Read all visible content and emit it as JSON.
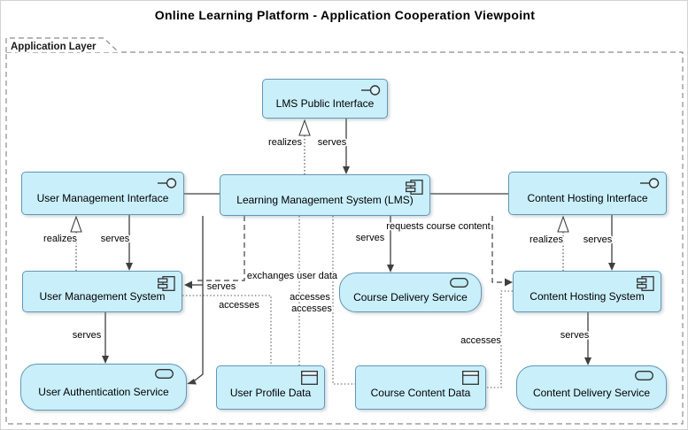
{
  "title": "Online Learning Platform - Application Cooperation Viewpoint",
  "group": {
    "label": "Application Layer"
  },
  "colors": {
    "node_fill": "#c9effb",
    "node_border": "#6496b4",
    "line": "#3f3f3f",
    "access_line": "#5a5a5a",
    "group_border": "#8c8c8c",
    "background": "#ffffff"
  },
  "nodes": {
    "lms_public_interface": {
      "label": "LMS Public Interface",
      "type": "application-interface"
    },
    "user_management_interface": {
      "label": "User Management Interface",
      "type": "application-interface"
    },
    "lms": {
      "label": "Learning Management System (LMS)",
      "type": "application-component"
    },
    "content_hosting_interface": {
      "label": "Content Hosting Interface",
      "type": "application-interface"
    },
    "user_management_system": {
      "label": "User Management System",
      "type": "application-component"
    },
    "course_delivery_service": {
      "label": "Course Delivery Service",
      "type": "application-service"
    },
    "content_hosting_system": {
      "label": "Content Hosting System",
      "type": "application-component"
    },
    "user_authentication_service": {
      "label": "User Authentication Service",
      "type": "application-service"
    },
    "user_profile_data": {
      "label": "User Profile Data",
      "type": "data-object"
    },
    "course_content_data": {
      "label": "Course Content Data",
      "type": "data-object"
    },
    "content_delivery_service": {
      "label": "Content Delivery Service",
      "type": "application-service"
    }
  },
  "edges": {
    "lmspi_realization": {
      "label": "realizes",
      "type": "realization",
      "from": "lms",
      "to": "lms_public_interface"
    },
    "lmspi_serving": {
      "label": "serves",
      "type": "serving",
      "from": "lms_public_interface",
      "to": "lms"
    },
    "umi_realization": {
      "label": "realizes",
      "type": "realization",
      "from": "user_management_system",
      "to": "user_management_interface"
    },
    "umi_serving": {
      "label": "serves",
      "type": "serving",
      "from": "user_management_interface",
      "to": "user_management_system"
    },
    "chi_realization": {
      "label": "realizes",
      "type": "realization",
      "from": "content_hosting_system",
      "to": "content_hosting_interface"
    },
    "chi_serving": {
      "label": "serves",
      "type": "serving",
      "from": "content_hosting_interface",
      "to": "content_hosting_system"
    },
    "lms_umi_association": {
      "type": "association",
      "from": "lms",
      "to": "user_management_interface"
    },
    "lms_chi_association": {
      "type": "association",
      "from": "lms",
      "to": "content_hosting_interface"
    },
    "lms_serves_ums": {
      "label": "serves",
      "type": "serving",
      "from": "lms",
      "to": "user_management_system"
    },
    "lms_flow_ums": {
      "label": "exchanges user data",
      "type": "flow",
      "from": "lms",
      "to": "user_management_system"
    },
    "lms_serves_cds": {
      "label": "serves",
      "type": "serving",
      "from": "lms",
      "to": "course_delivery_service"
    },
    "lms_flow_chs": {
      "label": "requests course content",
      "type": "flow",
      "from": "lms",
      "to": "content_hosting_system"
    },
    "lms_uas_link": {
      "type": "serving",
      "from": "lms",
      "to": "user_authentication_service"
    },
    "ums_serves_uas": {
      "label": "serves",
      "type": "serving",
      "from": "user_management_system",
      "to": "user_authentication_service"
    },
    "ums_access_upd": {
      "label": "accesses",
      "type": "access",
      "from": "user_management_system",
      "to": "user_profile_data"
    },
    "lms_access_upd": {
      "label": "accesses",
      "type": "access",
      "from": "lms",
      "to": "user_profile_data"
    },
    "lms_access_ccd": {
      "label": "accesses",
      "type": "access",
      "from": "lms",
      "to": "course_content_data"
    },
    "chs_access_ccd": {
      "label": "accesses",
      "type": "access",
      "from": "content_hosting_system",
      "to": "course_content_data"
    },
    "chs_serves_cdl": {
      "label": "serves",
      "type": "serving",
      "from": "content_hosting_system",
      "to": "content_delivery_service"
    }
  }
}
